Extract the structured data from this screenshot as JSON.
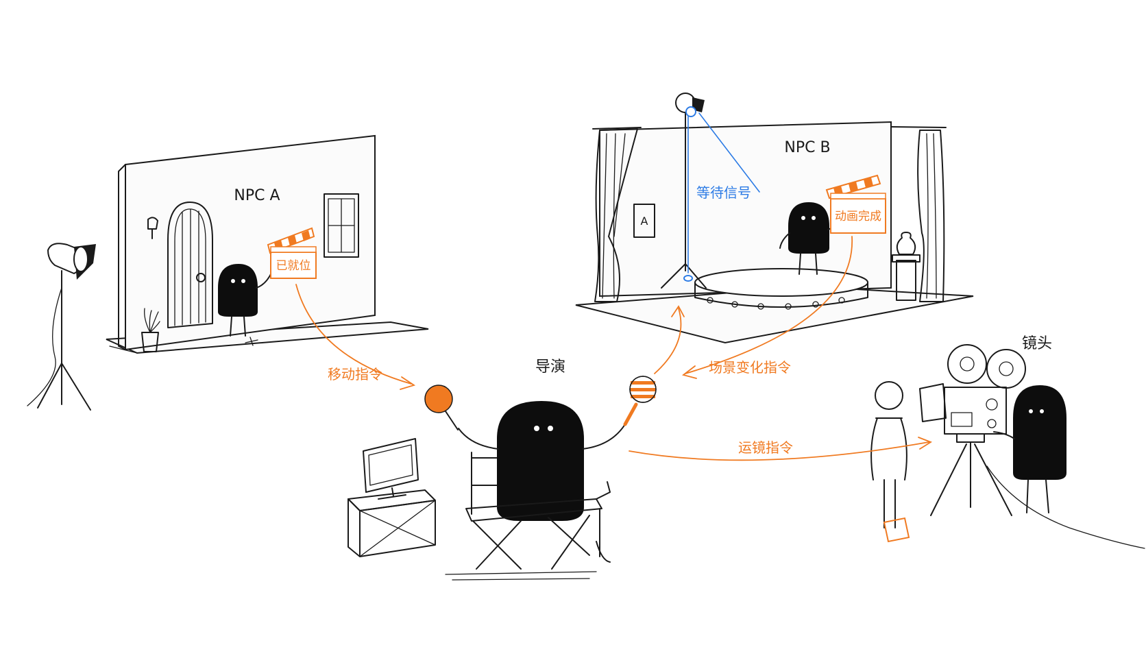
{
  "labels": {
    "npc_a": "NPC A",
    "npc_b": "NPC B",
    "director": "导演",
    "camera": "镜头"
  },
  "clapboards": {
    "npc_a_status": "已就位",
    "npc_b_status": "动画完成"
  },
  "arrows": {
    "move_command": "移动指令",
    "scene_change_command": "场景变化指令",
    "camera_command": "运镜指令",
    "wait_signal": "等待信号"
  },
  "props": {
    "poster_letter": "A"
  },
  "colors": {
    "accent_orange": "#f07a21",
    "signal_blue": "#2c7be5",
    "ink": "#1a1a1a"
  }
}
